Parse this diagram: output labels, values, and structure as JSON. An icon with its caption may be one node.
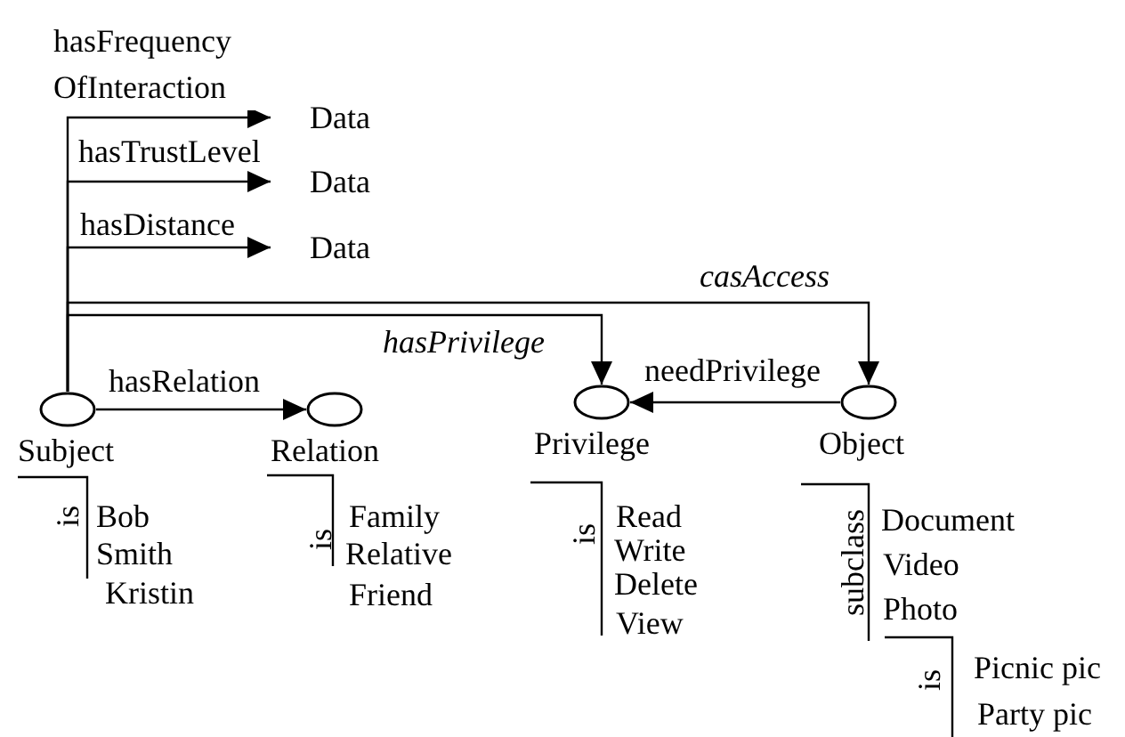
{
  "diagram": {
    "nodes": [
      {
        "text": [
          "Data"
        ]
      },
      {
        "text": [
          "Data"
        ]
      },
      {
        "text": [
          "Data"
        ]
      },
      {
        "text": [
          "Subject"
        ]
      },
      {
        "text": [
          "Relation"
        ]
      },
      {
        "text": [
          "Privilege"
        ]
      },
      {
        "text": [
          "Object"
        ]
      }
    ],
    "edges": [
      {
        "from": 3,
        "to": 0,
        "arrow": "to",
        "label": "hasFrequency OfInteraction"
      },
      {
        "from": 3,
        "to": 1,
        "arrow": "to",
        "label": "hasTrustLevel"
      },
      {
        "from": 3,
        "to": 2,
        "arrow": "to",
        "label": "hasDistance"
      },
      {
        "from": 3,
        "to": 6,
        "arrow": "to",
        "label": "casAccess"
      },
      {
        "from": 3,
        "to": 5,
        "arrow": "to",
        "label": "hasPrivilege"
      },
      {
        "from": 3,
        "to": 4,
        "arrow": "to",
        "label": "hasRelation"
      },
      {
        "from": 6,
        "to": 5,
        "arrow": "to",
        "label": "needPrivilege"
      }
    ],
    "labels": [
      "is",
      "Bob",
      "Smith",
      "Kristin",
      "is",
      "Family",
      "Relative",
      "Friend",
      "is",
      "Read",
      "Write",
      "Delete",
      "View",
      "subclass",
      "Document",
      "Video",
      "Photo",
      "is",
      "Picnic pic",
      "Party pic"
    ]
  }
}
